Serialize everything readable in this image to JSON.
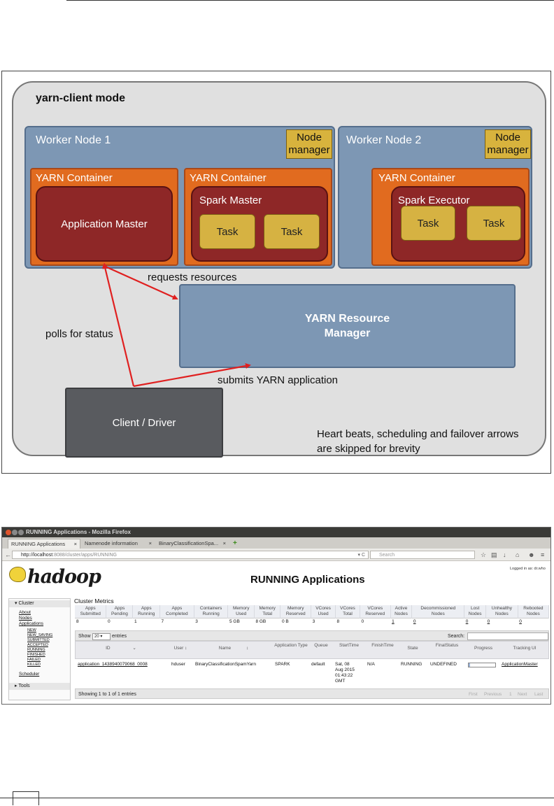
{
  "diagram": {
    "mode_title": "yarn-client mode",
    "worker1": {
      "label": "Worker Node 1",
      "node_manager": [
        "Node",
        "manager"
      ],
      "container_a": {
        "label": "YARN Container",
        "inner": "Application Master"
      },
      "container_b": {
        "label": "YARN Container",
        "inner": "Spark Master",
        "tasks": [
          "Task",
          "Task"
        ]
      }
    },
    "worker2": {
      "label": "Worker Node 2",
      "node_manager": [
        "Node",
        "manager"
      ],
      "container": {
        "label": "YARN Container",
        "inner": "Spark Executor",
        "tasks": [
          "Task",
          "Task"
        ]
      }
    },
    "resource_manager": [
      "YARN Resource",
      "Manager"
    ],
    "client": "Client / Driver",
    "arrows": {
      "requests": "requests resources",
      "polls": "polls for status",
      "submits": "submits YARN application"
    },
    "note": [
      "Heart beats, scheduling and failover arrows",
      "are skipped for brevity"
    ],
    "arrow_color": "#e02020"
  },
  "browser": {
    "window_title": "RUNNING Applications - Mozilla Firefox",
    "tabs": [
      "RUNNING Applications",
      "Namenode information",
      "BinaryClassificationSpa..."
    ],
    "url_host": "http://localhost",
    "url_rest": ":8088/cluster/apps/RUNNING",
    "search_placeholder": "Search",
    "logo_text": "hadoop",
    "logged_in": "Logged in as: dr.who",
    "page_title": "RUNNING Applications",
    "sidebar": {
      "cluster": "Cluster",
      "links": [
        "About",
        "Nodes",
        "Applications"
      ],
      "app_states": [
        "NEW",
        "NEW_SAVING",
        "SUBMITTED",
        "ACCEPTED",
        "RUNNING",
        "FINISHED",
        "FAILED",
        "KILLED"
      ],
      "scheduler": "Scheduler",
      "tools": "Tools"
    },
    "cluster_metrics": {
      "title": "Cluster Metrics",
      "headers": [
        [
          "Apps",
          "Submitted"
        ],
        [
          "Apps",
          "Pending"
        ],
        [
          "Apps",
          "Running"
        ],
        [
          "Apps",
          "Completed"
        ],
        [
          "Containers",
          "Running"
        ],
        [
          "Memory",
          "Used"
        ],
        [
          "Memory",
          "Total"
        ],
        [
          "Memory",
          "Reserved"
        ],
        [
          "VCores",
          "Used"
        ],
        [
          "VCores",
          "Total"
        ],
        [
          "VCores",
          "Reserved"
        ],
        [
          "Active",
          "Nodes"
        ],
        [
          "Decommissioned",
          "Nodes"
        ],
        [
          "Lost",
          "Nodes"
        ],
        [
          "Unhealthy",
          "Nodes"
        ],
        [
          "Rebooted",
          "Nodes"
        ]
      ],
      "values": [
        "8",
        "0",
        "1",
        "7",
        "3",
        "5 GB",
        "8 GB",
        "0 B",
        "3",
        "8",
        "0",
        "1",
        "0",
        "0",
        "0",
        "0"
      ]
    },
    "show_label": "Show",
    "show_value": "20",
    "entries_label": "entries",
    "search_label": "Search:",
    "apps_table": {
      "headers": [
        "ID",
        "User",
        "Name",
        "Application Type",
        "Queue",
        "StartTime",
        "FinishTime",
        "State",
        "FinalStatus",
        "Progress",
        "Tracking UI"
      ],
      "row": {
        "id": "application_1438940079068_0008",
        "user": "hduser",
        "name": "BinaryClassificationSpamYarn",
        "type": "SPARK",
        "queue": "default",
        "start": [
          "Sat, 08",
          "Aug 2015",
          "01:43:22",
          "GMT"
        ],
        "finish": "N/A",
        "state": "RUNNING",
        "final_status": "UNDEFINED",
        "progress": 0.05,
        "tracking": "ApplicationMaster"
      }
    },
    "footer_text": "Showing 1 to 1 of 1 entries",
    "pager": [
      "First",
      "Previous",
      "1",
      "Next",
      "Last"
    ]
  }
}
